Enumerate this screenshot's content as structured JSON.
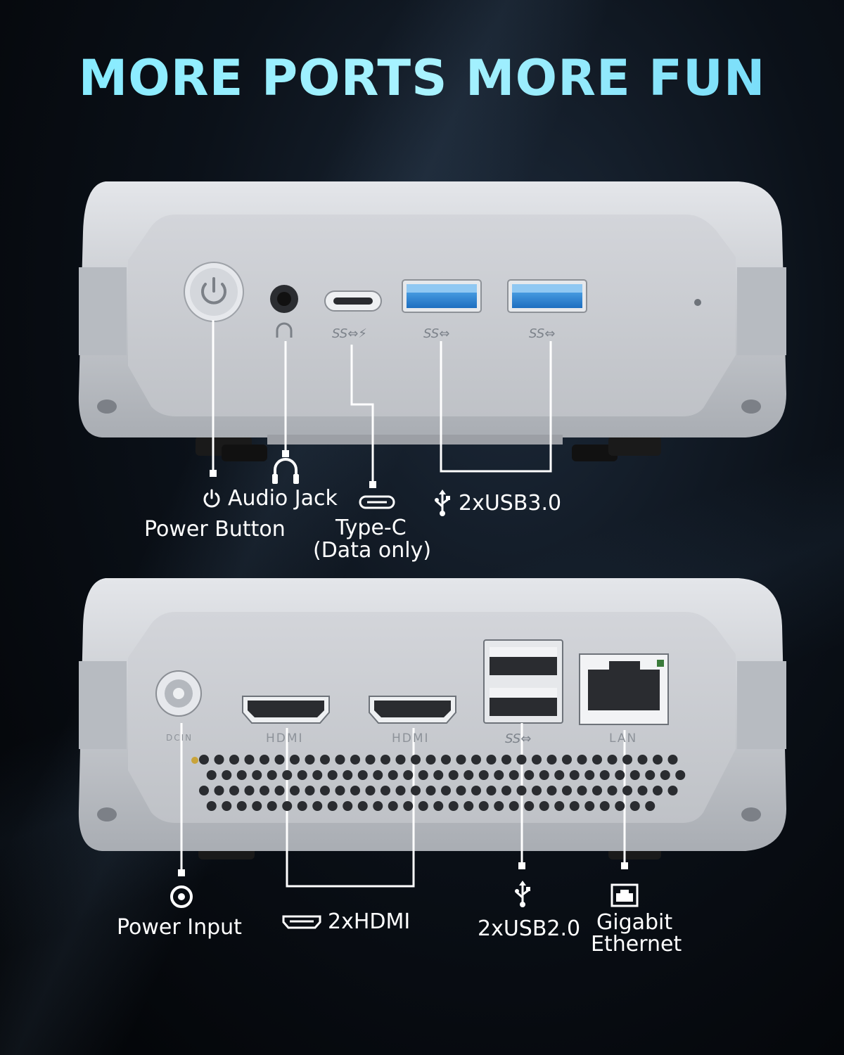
{
  "headline": "MORE PORTS MORE FUN",
  "front": {
    "power_button_label": "Power Button",
    "audio_jack_label": "Audio Jack",
    "typec_label_line1": "Type-C",
    "typec_label_line2": "(Data only)",
    "usb3_label": "2xUSB3.0",
    "ss_marks": [
      "SS⇔⚡",
      "SS⇔",
      "SS⇔"
    ]
  },
  "rear": {
    "power_input_label": "Power Input",
    "hdmi_label": "2xHDMI",
    "usb2_label": "2xUSB2.0",
    "ethernet_label_line1": "Gigabit",
    "ethernet_label_line2": "Ethernet",
    "panel_marks": {
      "dcin": "DCIN",
      "hdmi1": "HDMI",
      "hdmi2": "HDMI",
      "usb": "SS⇔",
      "lan": "LAN"
    }
  },
  "icons": [
    "power-icon",
    "headphone-icon",
    "usb-c-icon",
    "usb-icon",
    "hdmi-icon",
    "dc-input-icon",
    "ethernet-icon"
  ],
  "colors": {
    "headline_gradient_start": "#7fe9ff",
    "headline_gradient_end": "#6fd9f8",
    "device_silver": "#c9ccd1",
    "background_dark": "#05080c"
  }
}
